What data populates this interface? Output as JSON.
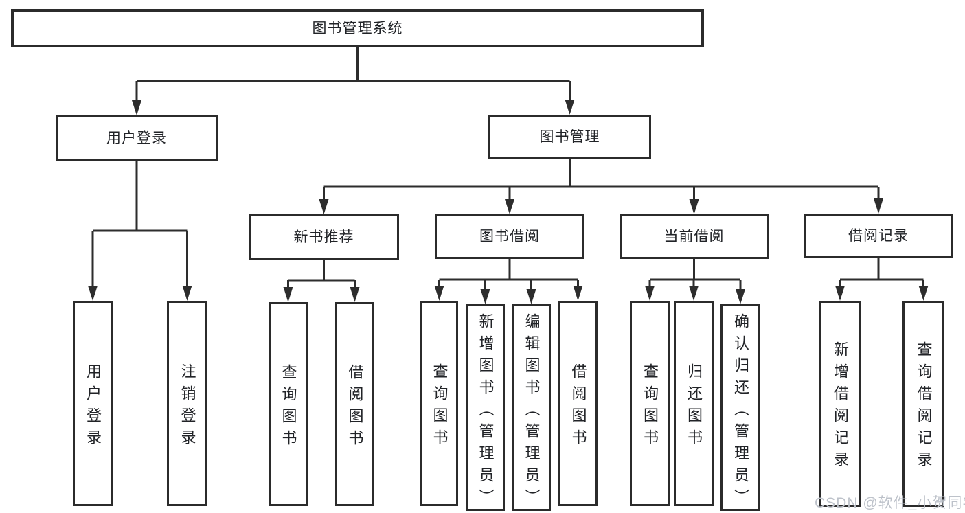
{
  "diagram": {
    "type": "function-structure-tree",
    "title": "图书管理系统",
    "colors": {
      "line": "#2d2d2d",
      "border": "#2b2b2b",
      "text": "#212327",
      "watermark": "#bdc2ca",
      "background": "#ffffff"
    }
  },
  "nodes": {
    "root": {
      "label": "图书管理系统"
    },
    "user_login": {
      "label": "用户登录"
    },
    "book_mgmt": {
      "label": "图书管理"
    },
    "new_book_rec": {
      "label": "新书推荐"
    },
    "book_borrow": {
      "label": "图书借阅"
    },
    "current_borrow": {
      "label": "当前借阅"
    },
    "borrow_records": {
      "label": "借阅记录"
    },
    "leaf_user_login": {
      "label": "用户登录"
    },
    "leaf_logout": {
      "label": "注销登录"
    },
    "leaf_query_book_1": {
      "label": "查询图书"
    },
    "leaf_borrow_book_1": {
      "label": "借阅图书"
    },
    "leaf_query_book_2": {
      "label": "查询图书"
    },
    "leaf_add_book": {
      "label": "新增图书（管理员）"
    },
    "leaf_edit_book": {
      "label": "编辑图书（管理员）"
    },
    "leaf_borrow_book_2": {
      "label": "借阅图书"
    },
    "leaf_query_book_3": {
      "label": "查询图书"
    },
    "leaf_return_book": {
      "label": "归还图书"
    },
    "leaf_confirm_return": {
      "label": "确认归还（管理员）"
    },
    "leaf_add_record": {
      "label": "新增借阅记录"
    },
    "leaf_query_record": {
      "label": "查询借阅记录"
    }
  },
  "hierarchy": {
    "label": "图书管理系统",
    "children": [
      {
        "label": "用户登录",
        "children": [
          {
            "label": "用户登录"
          },
          {
            "label": "注销登录"
          }
        ]
      },
      {
        "label": "图书管理",
        "children": [
          {
            "label": "新书推荐",
            "children": [
              {
                "label": "查询图书"
              },
              {
                "label": "借阅图书"
              }
            ]
          },
          {
            "label": "图书借阅",
            "children": [
              {
                "label": "查询图书"
              },
              {
                "label": "新增图书（管理员）"
              },
              {
                "label": "编辑图书（管理员）"
              },
              {
                "label": "借阅图书"
              }
            ]
          },
          {
            "label": "当前借阅",
            "children": [
              {
                "label": "查询图书"
              },
              {
                "label": "归还图书"
              },
              {
                "label": "确认归还（管理员）"
              }
            ]
          },
          {
            "label": "借阅记录",
            "children": [
              {
                "label": "新增借阅记录"
              },
              {
                "label": "查询借阅记录"
              }
            ]
          }
        ]
      }
    ]
  },
  "watermark": {
    "text": "CSDN @软件_小贺同学"
  }
}
